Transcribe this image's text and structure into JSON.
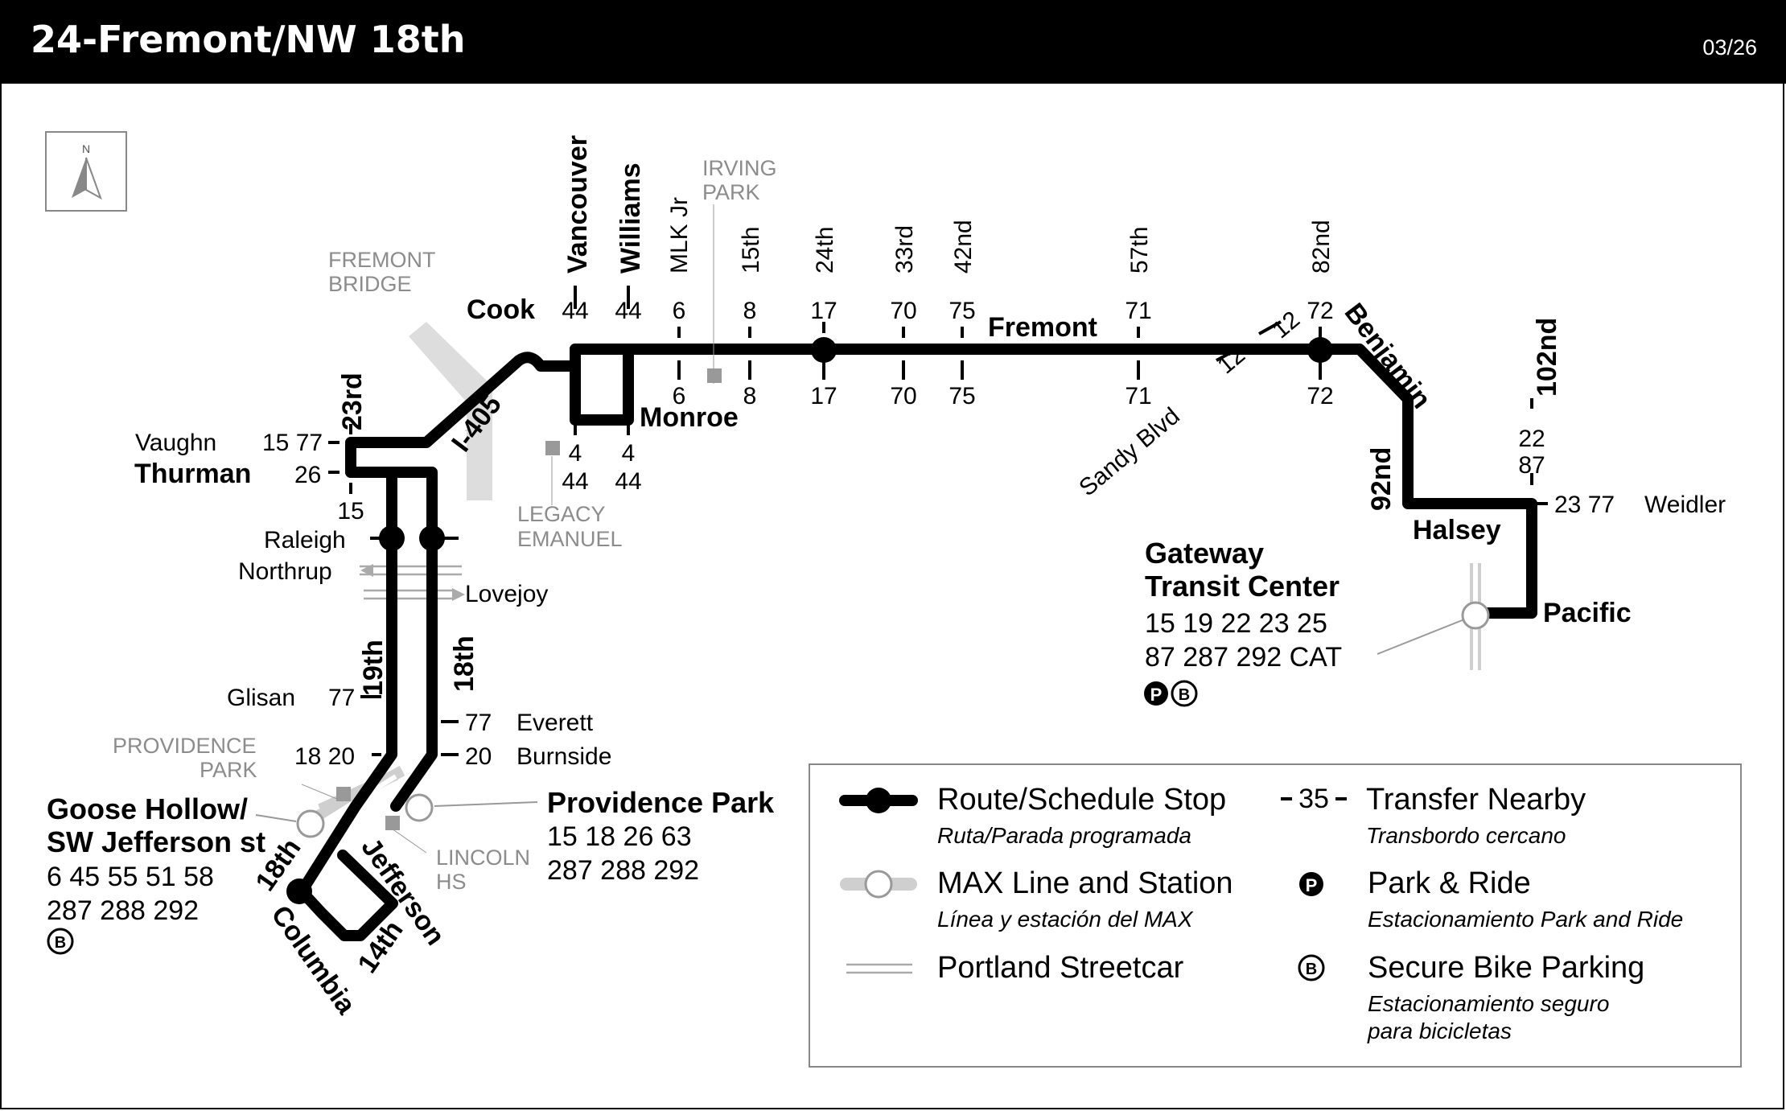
{
  "header": {
    "route_title": "24-Fremont/NW 18th",
    "date_code": "03/26"
  },
  "north_arrow": {
    "label": "N"
  },
  "streets": {
    "vancouver": "Vancouver",
    "williams": "Williams",
    "mlk": "MLK Jr",
    "s15": "15th",
    "s24": "24th",
    "s33": "33rd",
    "s42": "42nd",
    "s57": "57th",
    "s82": "82nd",
    "s102": "102nd",
    "cook": "Cook",
    "fremont": "Fremont",
    "benjamin": "Benjamin",
    "i405": "I-405",
    "monroe": "Monroe",
    "s23": "23rd",
    "vaughn": "Vaughn",
    "thurman": "Thurman",
    "raleigh": "Raleigh",
    "northrup": "Northrup",
    "lovejoy": "Lovejoy",
    "s19": "19th",
    "s18": "18th",
    "glisan": "Glisan",
    "everett": "Everett",
    "burnside": "Burnside",
    "n92": "92nd",
    "halsey": "Halsey",
    "weidler": "Weidler",
    "pacific": "Pacific",
    "sandy": "Sandy Blvd",
    "s18b": "18th",
    "jefferson": "Jefferson",
    "columbia": "Columbia",
    "s14": "14th"
  },
  "landmarks": {
    "fremont_bridge_1": "FREMONT",
    "fremont_bridge_2": "BRIDGE",
    "irving_1": "IRVING",
    "irving_2": "PARK",
    "legacy_1": "LEGACY",
    "legacy_2": "EMANUEL",
    "prov_park_1": "PROVIDENCE",
    "prov_park_2": "PARK",
    "lincoln_1": "LINCOLN",
    "lincoln_2": "HS"
  },
  "transfers": {
    "van_top": "44",
    "wil_top": "44",
    "mlk_top": "6",
    "s15_top": "8",
    "s24_top": "17",
    "s33_top": "70",
    "s42_top": "75",
    "s57_top": "71",
    "s82_top": "72",
    "mlk_bot": "6",
    "s15_bot": "8",
    "s24_bot": "17",
    "s33_bot": "70",
    "s42_bot": "75",
    "s57_bot": "71",
    "s82_bot": "72",
    "van_bot_1": "4",
    "van_bot_2": "44",
    "wil_bot_1": "4",
    "wil_bot_2": "44",
    "vaughn": "15 77",
    "thurman": "26",
    "s23_below": "15",
    "glisan": "77",
    "everett": "77",
    "burnside_left": "18 20",
    "burnside_right": "20",
    "sandy_a": "12",
    "sandy_b": "12",
    "s102_a": "22",
    "s102_b": "87",
    "weidler": "23 77"
  },
  "stations": {
    "gateway_name_1": "Gateway",
    "gateway_name_2": "Transit Center",
    "gateway_lines_1": "15 19 22 23 25",
    "gateway_lines_2": "87 287 292 CAT",
    "prov_name": "Providence Park",
    "prov_lines_1": "15 18 26 63",
    "prov_lines_2": "287 288 292",
    "goose_name_1": "Goose Hollow/",
    "goose_name_2": "SW Jefferson st",
    "goose_lines_1": "6 45 55 51 58",
    "goose_lines_2": "287 288 292"
  },
  "legend": {
    "route_stop": "Route/Schedule Stop",
    "route_stop_es": "Ruta/Parada programada",
    "max": "MAX Line and Station",
    "max_es": "Línea y estación del MAX",
    "streetcar": "Portland Streetcar",
    "transfer_num": "35",
    "transfer": "Transfer Nearby",
    "transfer_es": "Transbordo cercano",
    "park_ride_symbol": "P",
    "park_ride": "Park & Ride",
    "park_ride_es": "Estacionamiento Park and Ride",
    "bike_symbol": "B",
    "bike": "Secure Bike Parking",
    "bike_es_1": "Estacionamiento seguro",
    "bike_es_2": "para bicicletas"
  },
  "colors": {
    "route": "#000000",
    "max": "#bfbfbf",
    "label_gray": "#8c8c8c",
    "landmark": "#999999"
  }
}
